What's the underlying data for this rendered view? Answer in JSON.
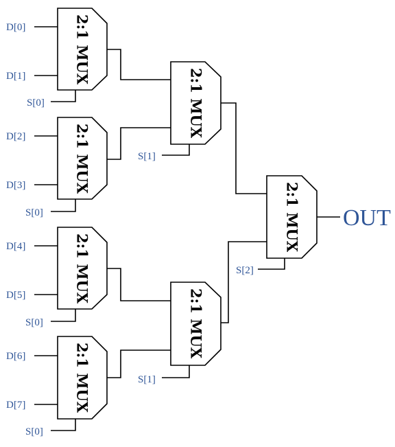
{
  "mux_label": "2:1 MUX",
  "inputs": [
    "D[0]",
    "D[1]",
    "D[2]",
    "D[3]",
    "D[4]",
    "D[5]",
    "D[6]",
    "D[7]"
  ],
  "selects": {
    "stage1": [
      "S[0]",
      "S[0]",
      "S[0]",
      "S[0]"
    ],
    "stage2": [
      "S[1]",
      "S[1]"
    ],
    "stage3": "S[2]"
  },
  "output": "OUT",
  "colors": {
    "label": "#2f5597",
    "wire": "#000000"
  }
}
